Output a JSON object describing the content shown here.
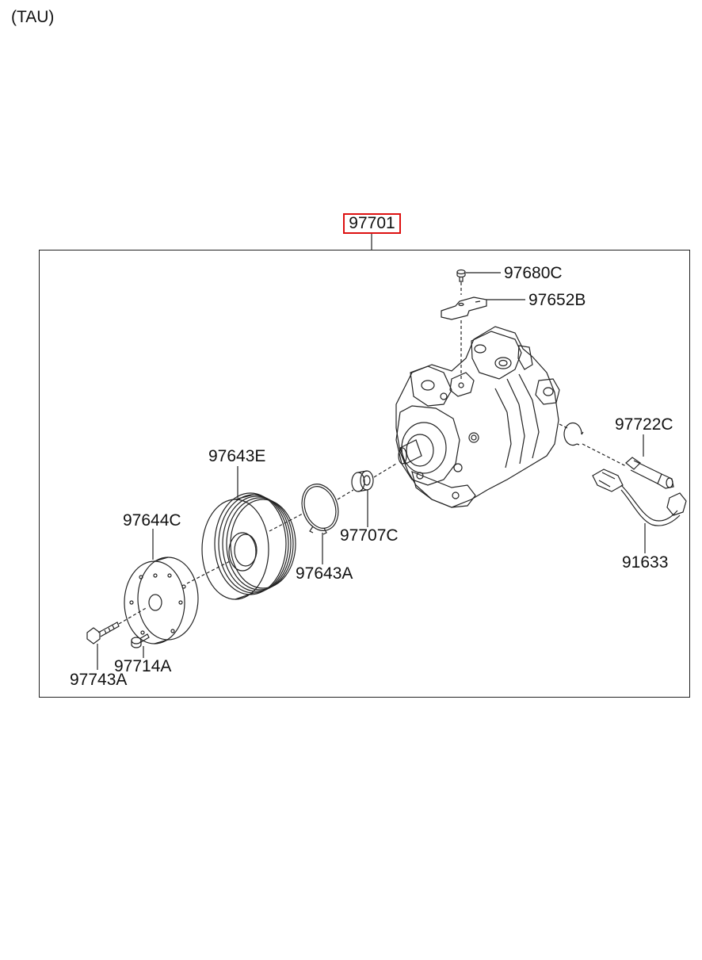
{
  "variant_label": "(TAU)",
  "main_part": {
    "number": "97701",
    "highlight_color": "#dd1111"
  },
  "callouts": {
    "cap_screw": "97680C",
    "bracket": "97652B",
    "pressure_switch": "97722C",
    "wire_harness": "91633",
    "pulley": "97643E",
    "snap_ring": "97643A",
    "bearing": "97707C",
    "clutch_hub": "97644C",
    "bolt": "97743A",
    "screw": "97714A"
  }
}
